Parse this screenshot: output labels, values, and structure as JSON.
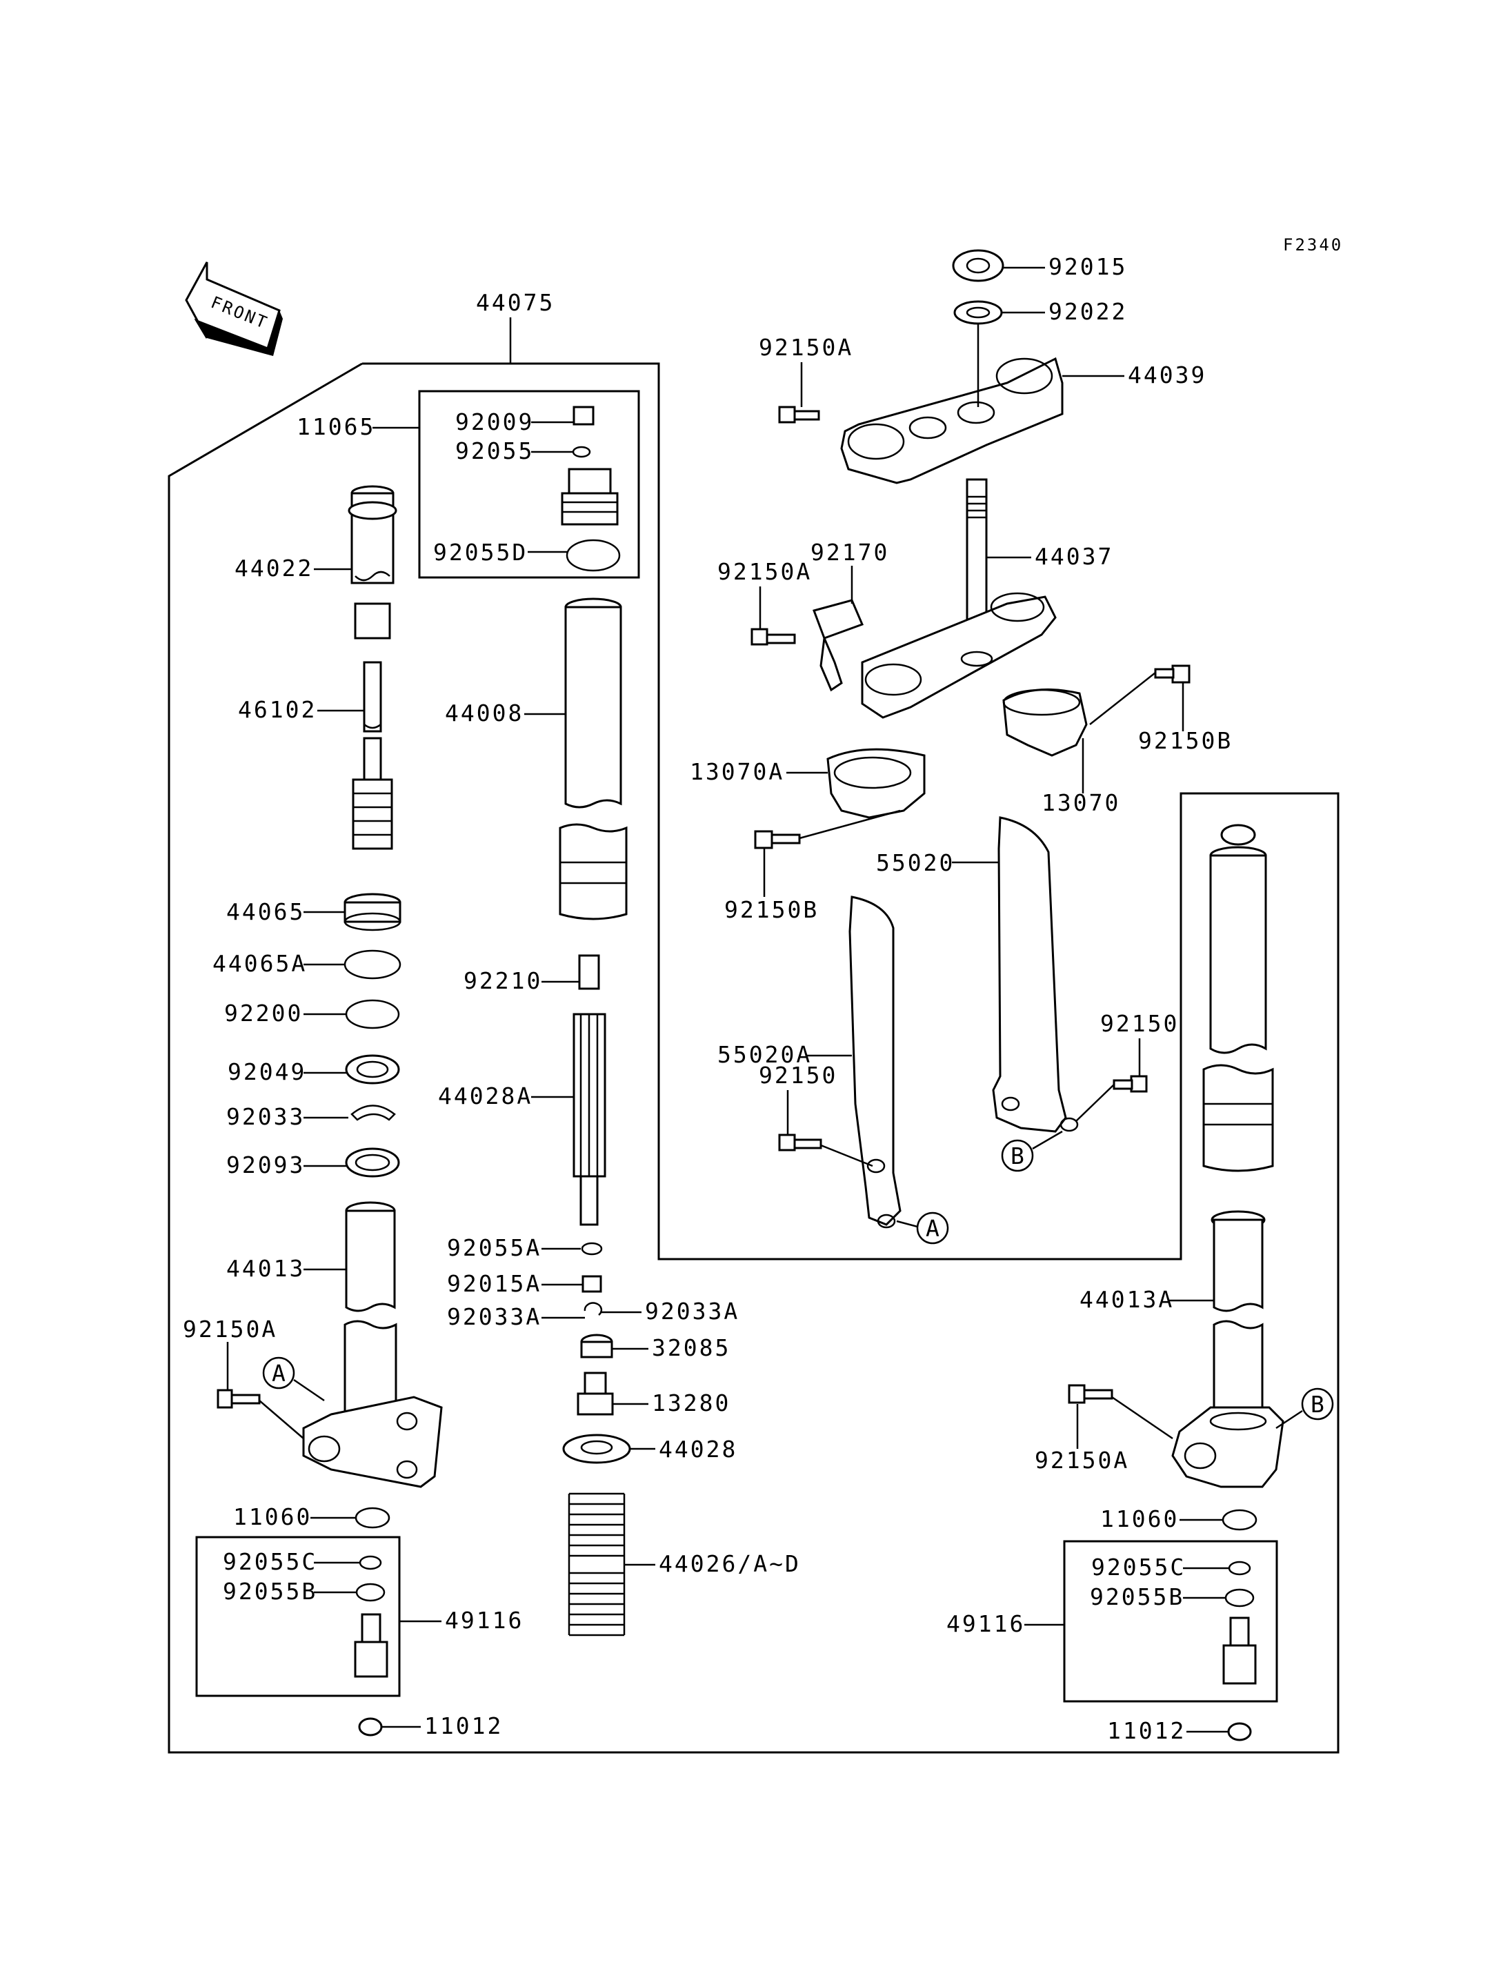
{
  "figure_code": "F2340",
  "front_arrow_label": "FRONT",
  "ref_markers": {
    "a": "A",
    "b": "B"
  },
  "parts": {
    "p44075": "44075",
    "p11065": "11065",
    "p92009": "92009",
    "p92055": "92055",
    "p92055D": "92055D",
    "p44022": "44022",
    "p46102": "46102",
    "p44008": "44008",
    "p44065": "44065",
    "p44065A": "44065A",
    "p92200": "92200",
    "p92210": "92210",
    "p92049": "92049",
    "p92033": "92033",
    "p44028A": "44028A",
    "p92093": "92093",
    "p44013": "44013",
    "p92055A": "92055A",
    "p92015A": "92015A",
    "p92033A_left": "92033A",
    "p92033A_right": "92033A",
    "p32085": "32085",
    "p92150A_left": "92150A",
    "p13280": "13280",
    "p44028": "44028",
    "p11060_left": "11060",
    "p44026": "44026/A~D",
    "p92055C_left": "92055C",
    "p92055B_left": "92055B",
    "p49116_left": "49116",
    "p11012_left": "11012",
    "p92015": "92015",
    "p92022": "92022",
    "p92150A_top": "92150A",
    "p44039": "44039",
    "p92150A_mid": "92150A",
    "p92170": "92170",
    "p44037": "44037",
    "p92150B_right": "92150B",
    "p13070": "13070",
    "p13070A": "13070A",
    "p92150B_mid": "92150B",
    "p55020": "55020",
    "p55020A": "55020A",
    "p92150_right": "92150",
    "p92150_mid": "92150",
    "p44013A": "44013A",
    "p92150A_right": "92150A",
    "p11060_right": "11060",
    "p92055C_right": "92055C",
    "p92055B_right": "92055B",
    "p49116_right": "49116",
    "p11012_right": "11012"
  }
}
